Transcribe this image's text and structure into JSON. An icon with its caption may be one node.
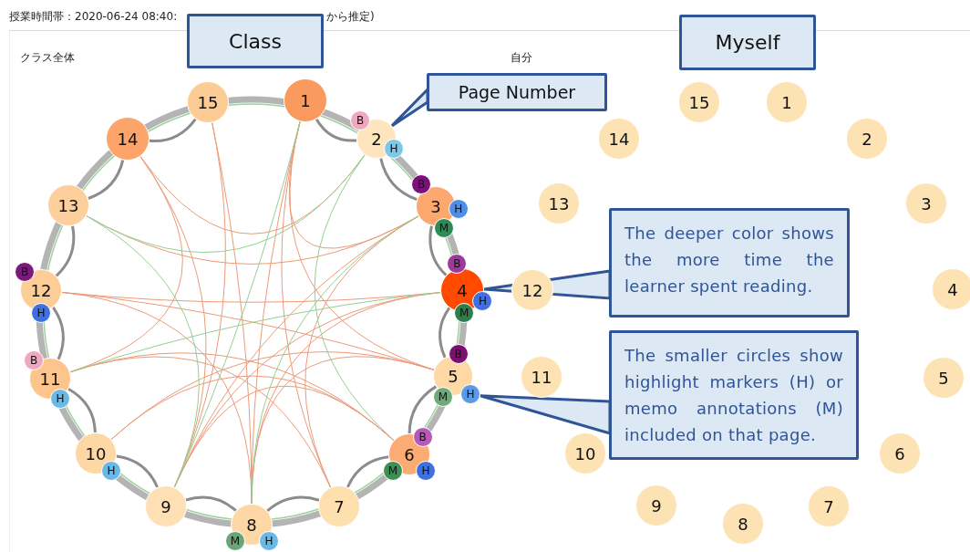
{
  "diagram": {
    "nodes": [
      {
        "text": [
          "Class"
        ]
      },
      {
        "text": [
          "Myself"
        ]
      },
      {
        "text": [
          "Page Number"
        ]
      },
      {
        "text": [
          "1"
        ]
      },
      {
        "text": [
          "2"
        ]
      },
      {
        "text": [
          "3"
        ]
      },
      {
        "text": [
          "4"
        ]
      },
      {
        "text": [
          "5"
        ]
      },
      {
        "text": [
          "6"
        ]
      },
      {
        "text": [
          "7"
        ]
      },
      {
        "text": [
          "8"
        ]
      },
      {
        "text": [
          "9"
        ]
      },
      {
        "text": [
          "10"
        ]
      },
      {
        "text": [
          "11"
        ]
      },
      {
        "text": [
          "12"
        ]
      },
      {
        "text": [
          "13"
        ]
      },
      {
        "text": [
          "14"
        ]
      },
      {
        "text": [
          "15"
        ]
      },
      {
        "text": [
          "B"
        ]
      },
      {
        "text": [
          "H"
        ]
      },
      {
        "text": [
          "B"
        ]
      },
      {
        "text": [
          "M"
        ]
      },
      {
        "text": [
          "H"
        ]
      },
      {
        "text": [
          "B"
        ]
      },
      {
        "text": [
          "M"
        ]
      },
      {
        "text": [
          "H"
        ]
      },
      {
        "text": [
          "B"
        ]
      },
      {
        "text": [
          "M"
        ]
      },
      {
        "text": [
          "H"
        ]
      },
      {
        "text": [
          "B"
        ]
      },
      {
        "text": [
          "M"
        ]
      },
      {
        "text": [
          "H"
        ]
      },
      {
        "text": [
          "M"
        ]
      },
      {
        "text": [
          "H"
        ]
      },
      {
        "text": [
          "H"
        ]
      },
      {
        "text": [
          "B"
        ]
      },
      {
        "text": [
          "H"
        ]
      },
      {
        "text": [
          "B"
        ]
      },
      {
        "text": [
          "H"
        ]
      },
      {
        "text": [
          "1"
        ]
      },
      {
        "text": [
          "2"
        ]
      },
      {
        "text": [
          "3"
        ]
      },
      {
        "text": [
          "4"
        ]
      },
      {
        "text": [
          "5"
        ]
      },
      {
        "text": [
          "6"
        ]
      },
      {
        "text": [
          "7"
        ]
      },
      {
        "text": [
          "8"
        ]
      },
      {
        "text": [
          "9"
        ]
      },
      {
        "text": [
          "10"
        ]
      },
      {
        "text": [
          "11"
        ]
      },
      {
        "text": [
          "12"
        ]
      },
      {
        "text": [
          "13"
        ]
      },
      {
        "text": [
          "14"
        ]
      },
      {
        "text": [
          "15"
        ]
      },
      {
        "text": [
          "The deeper color shows the more time the learner spent reading."
        ]
      },
      {
        "text": [
          "The smaller circles  show highlight markers (H) or memo annotations (M) included on that page."
        ]
      }
    ],
    "edges": [
      {
        "from": 3,
        "to": 4,
        "arrow": "none",
        "style": "thick",
        "color": "#8c8c8c"
      },
      {
        "from": 4,
        "to": 5,
        "arrow": "none",
        "style": "thick",
        "color": "#8c8c8c"
      },
      {
        "from": 5,
        "to": 6,
        "arrow": "none",
        "style": "thick",
        "color": "#8c8c8c"
      },
      {
        "from": 6,
        "to": 7,
        "arrow": "none",
        "style": "thick",
        "color": "#8c8c8c"
      },
      {
        "from": 7,
        "to": 8,
        "arrow": "none",
        "style": "thick",
        "color": "#8c8c8c"
      },
      {
        "from": 8,
        "to": 9,
        "arrow": "none",
        "style": "thick",
        "color": "#8c8c8c"
      },
      {
        "from": 9,
        "to": 10,
        "arrow": "none",
        "style": "thick",
        "color": "#8c8c8c"
      },
      {
        "from": 10,
        "to": 11,
        "arrow": "none",
        "style": "thick",
        "color": "#8c8c8c"
      },
      {
        "from": 11,
        "to": 12,
        "arrow": "none",
        "style": "thick",
        "color": "#8c8c8c"
      },
      {
        "from": 12,
        "to": 13,
        "arrow": "none",
        "style": "thick",
        "color": "#8c8c8c"
      },
      {
        "from": 13,
        "to": 14,
        "arrow": "none",
        "style": "thick",
        "color": "#8c8c8c"
      },
      {
        "from": 14,
        "to": 15,
        "arrow": "none",
        "style": "thick",
        "color": "#8c8c8c"
      },
      {
        "from": 15,
        "to": 16,
        "arrow": "none",
        "style": "thick",
        "color": "#8c8c8c"
      },
      {
        "from": 16,
        "to": 17,
        "arrow": "none",
        "style": "thick",
        "color": "#8c8c8c"
      },
      {
        "from": 3,
        "to": 9,
        "arrow": "none"
      },
      {
        "from": 3,
        "to": 10,
        "arrow": "none"
      },
      {
        "from": 3,
        "to": 7,
        "arrow": "none"
      },
      {
        "from": 3,
        "to": 5,
        "arrow": "none"
      },
      {
        "from": 17,
        "to": 11,
        "arrow": "none"
      },
      {
        "from": 17,
        "to": 10,
        "arrow": "none"
      },
      {
        "from": 16,
        "to": 11,
        "arrow": "none"
      },
      {
        "from": 16,
        "to": 13,
        "arrow": "none"
      },
      {
        "from": 16,
        "to": 4,
        "arrow": "none"
      },
      {
        "from": 15,
        "to": 5,
        "arrow": "none"
      },
      {
        "from": 14,
        "to": 7,
        "arrow": "none"
      },
      {
        "from": 14,
        "to": 10,
        "arrow": "none"
      },
      {
        "from": 14,
        "to": 6,
        "arrow": "none"
      },
      {
        "from": 13,
        "to": 8,
        "arrow": "none"
      },
      {
        "from": 13,
        "to": 9,
        "arrow": "none"
      },
      {
        "from": 12,
        "to": 7,
        "arrow": "none"
      },
      {
        "from": 12,
        "to": 8,
        "arrow": "none"
      },
      {
        "from": 11,
        "to": 5,
        "arrow": "none"
      },
      {
        "from": 11,
        "to": 6,
        "arrow": "none"
      },
      {
        "from": 11,
        "to": 8,
        "arrow": "none"
      },
      {
        "from": 10,
        "to": 7,
        "arrow": "none"
      },
      {
        "from": 10,
        "to": 6,
        "arrow": "none"
      },
      {
        "from": 9,
        "to": 5,
        "arrow": "none"
      },
      {
        "from": 15,
        "to": 4,
        "arrow": "none",
        "color": "#94cf94"
      },
      {
        "from": 3,
        "to": 11,
        "arrow": "none",
        "color": "#94cf94"
      },
      {
        "from": 4,
        "to": 8,
        "arrow": "none",
        "color": "#94cf94"
      },
      {
        "from": 15,
        "to": 11,
        "arrow": "none",
        "color": "#94cf94"
      },
      {
        "from": 13,
        "to": 6,
        "arrow": "none",
        "color": "#94cf94"
      },
      {
        "from": 10,
        "to": 5,
        "arrow": "none",
        "color": "#94cf94"
      },
      {
        "from": 2,
        "to": 4,
        "arrow": "none",
        "style": "thick",
        "color": "#2f5597"
      },
      {
        "from": 54,
        "to": 6,
        "arrow": "none",
        "style": "thick",
        "color": "#2f5597"
      },
      {
        "from": 55,
        "to": 28,
        "arrow": "none",
        "style": "thick",
        "color": "#2f5597"
      }
    ],
    "labels": [
      "授業時間帯：2020-06-24 08:40:",
      "から推定)",
      "クラス全体",
      "自分"
    ]
  }
}
